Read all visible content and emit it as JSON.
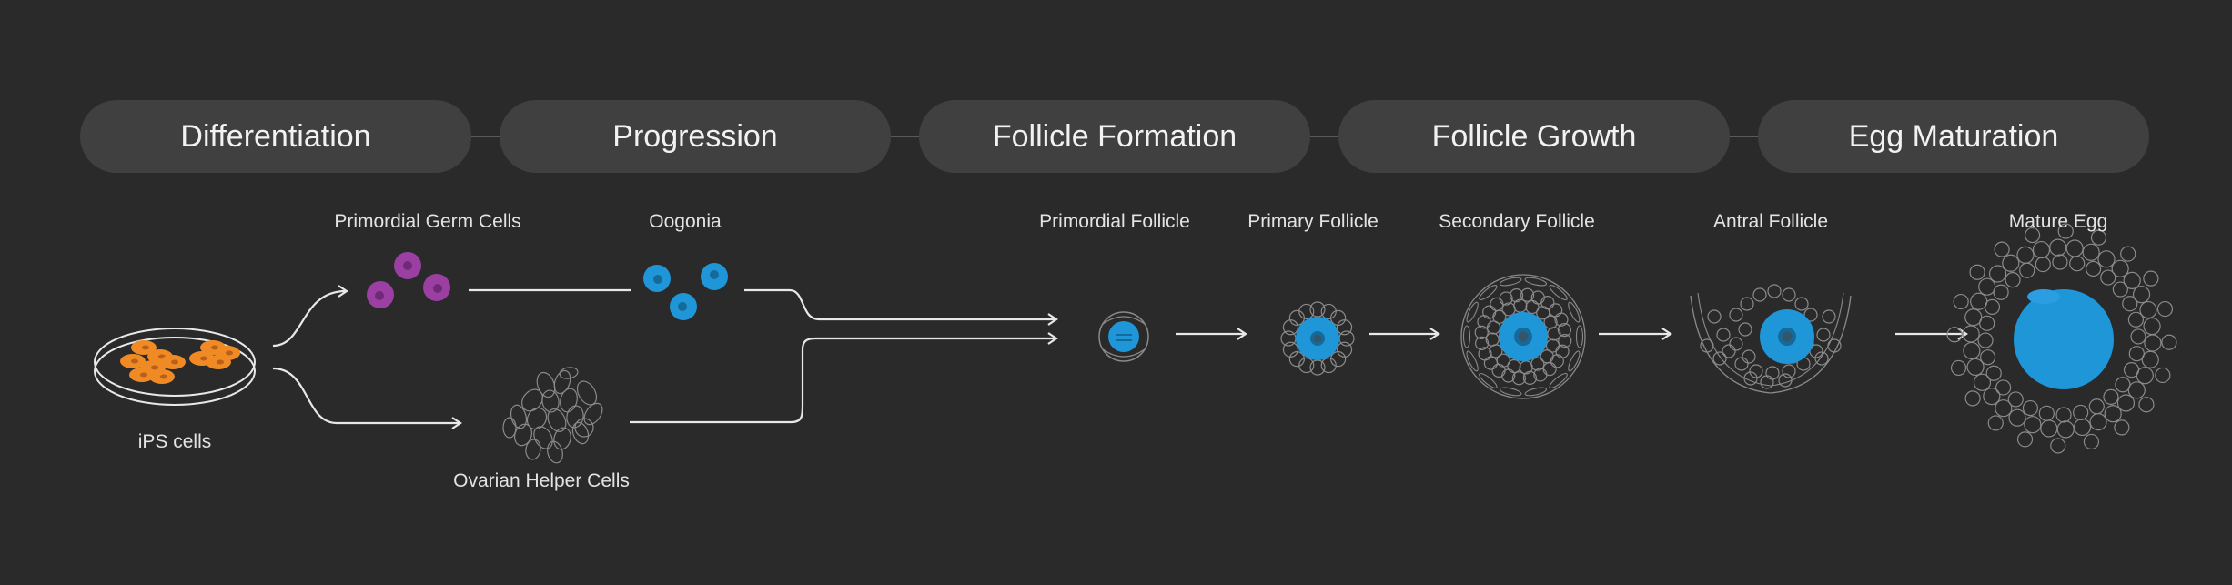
{
  "stages": [
    {
      "label": "Differentiation"
    },
    {
      "label": "Progression"
    },
    {
      "label": "Follicle Formation"
    },
    {
      "label": "Follicle Growth"
    },
    {
      "label": "Egg Maturation"
    }
  ],
  "labels": {
    "ips_cells": "iPS cells",
    "primordial_germ_cells": "Primordial Germ Cells",
    "oogonia": "Oogonia",
    "ovarian_helper_cells": "Ovarian Helper Cells",
    "primordial_follicle": "Primordial Follicle",
    "primary_follicle": "Primary Follicle",
    "secondary_follicle": "Secondary Follicle",
    "antral_follicle": "Antral Follicle",
    "mature_egg": "Mature Egg"
  },
  "colors": {
    "background": "#2a2a2a",
    "pill": "#404040",
    "line": "#e8e8e8",
    "ips_cell": "#f08a24",
    "germ_cell": "#9b3fa3",
    "oocyte": "#1e96d8",
    "helper_outline": "#8a8a8a"
  }
}
